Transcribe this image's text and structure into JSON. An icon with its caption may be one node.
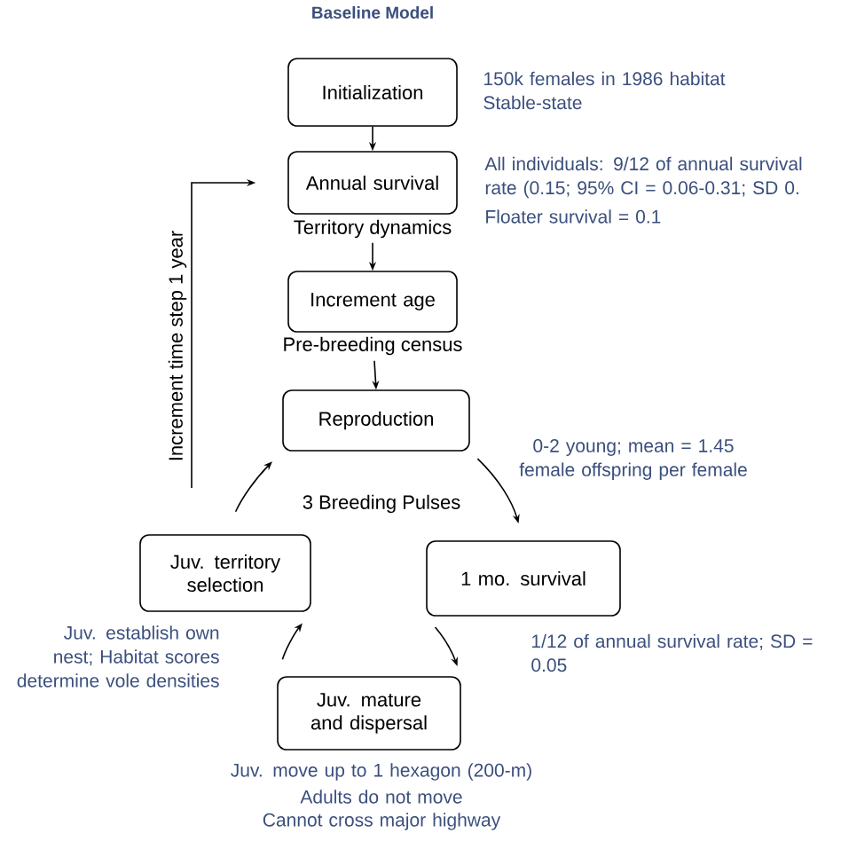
{
  "diagram": {
    "title": "Baseline Model",
    "nodes": [
      {
        "text": [
          "Initialization"
        ],
        "beside": [
          "150k females in 1986 habitat Stable-state"
        ]
      },
      {
        "text": [
          "Annual survival"
        ],
        "beside": [
          "All individuals: 9/12 of annual survival rate (0.15; 95% CI = 0.06-0.31; SD 0.",
          "Floater survival = 0.1"
        ]
      },
      {
        "text": [
          "Increment age"
        ]
      },
      {
        "text": [
          "Reproduction"
        ],
        "beside": [
          "0-2 young; mean = 1.45 female offspring per female"
        ]
      },
      {
        "text": [
          "1 mo. survival"
        ],
        "beside": [
          "1/12 of annual survival rate; SD = 0.05"
        ]
      },
      {
        "text": [
          "Juv. mature and dispersal"
        ],
        "beside": [
          "Juv. move up to 1 hexagon (200-m)",
          "Adults do not move",
          "Cannot cross major highway"
        ]
      },
      {
        "text": [
          "Juv. territory selection"
        ],
        "beside": [
          "Juv. establish own nest; Habitat scores determine vole densities"
        ]
      }
    ],
    "edges": [
      {
        "from": 0,
        "to": 1,
        "arrow": "to"
      },
      {
        "from": 1,
        "to": 2,
        "arrow": "to",
        "label": "Territory dynamics"
      },
      {
        "from": 2,
        "to": 3,
        "arrow": "to",
        "label": "Pre-breeding census"
      },
      {
        "from": 3,
        "to": 4,
        "arrow": "to"
      },
      {
        "from": 4,
        "to": 5,
        "arrow": "to"
      },
      {
        "from": 5,
        "to": 6,
        "arrow": "to"
      },
      {
        "from": 6,
        "to": 3,
        "arrow": "to"
      },
      {
        "from": null,
        "to": 1,
        "arrow": "to",
        "label": "Increment time step 1 year"
      }
    ],
    "labels": [
      "3 Breeding Pulses"
    ]
  }
}
